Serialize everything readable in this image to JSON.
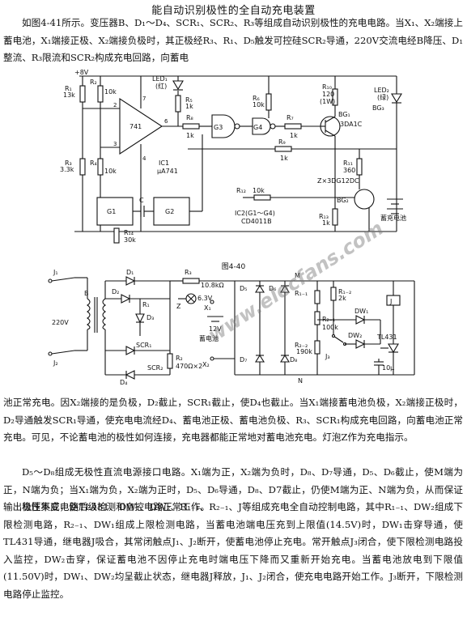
{
  "title": "能自动识别极性的全自动充电装置",
  "paragraphs": {
    "p1": "如图4-41所示。变压器B、D₁～D₄、SCR₁、SCR₂、R₃等组成自动识别极性的充电电路。当X₁、X₂端接上蓄电池，X₁端接正极、X₂端接负极时，其正极经R₃、R₁、D₅触发可控硅SCR₂导通，220V交流电经B降压、D₁整流、R₃限流和SCR₂构成充电回路，向蓄电",
    "p2": "池正常充电。因X₂端接的是负极，D₂截止，SCR₁截止，使D₄也截止。当X₁端接蓄电池负极，X₂端接正极时，D₂导通触发SCR₁导通，使充电电流经D₄、蓄电池正极、蓄电池负极、R₃、SCR₁构成充电回路，向蓄电池正常充电。可见，不论蓄电池的极性如何连接，充电器都能正常地对蓄电池充电。灯泡Z作为充电指示。",
    "p3": "D₅～D₈组成无极性直流电源接口电路。X₁端为正，X₂端为负时，D₈、D₇导通，D₅、D₆截止，使M端为正，N端为负；当X₁端为负，X₂端为正时，D₅、D₆导通，D₈、D7截止，仍使M端为正、N端为负，从而保证输出极性不变，使后级检测和自控电路正常工作。",
    "p4": "稳压集成电路TL431、DW₁、DW₂、R₁₋₁、R₂₋₁、J等组成充电全自动控制电路，其中R₁₋₁、DW₂组成下限检测电路，R₂₋₁、DW₁组成上限检测电路，当蓄电池端电压充到上限值(14.5V)时，DW₁击穿导通，使TL431导通，继电器J吸合，其常闭触点J₁、J₂断开，使蓄电池停止充电。常开触点J₃闭合，使下限检测电路投入监控，DW₂击穿，保证蓄电池不因停止充电时端电压下降而又重新开始充电。当蓄电池放电到下限值(11.50V)时，DW₁、DW₂均呈截止状态，继电器J释放，J₁、J₂闭合，使充电电路开始工作。J₃断开，下限检测电路停止监控。"
  },
  "figure1": {
    "caption": "图4-40",
    "labels": {
      "vcc": "+8V",
      "r1": "R₁",
      "r1v": "13k",
      "r2": "R₂",
      "r2v": "10k",
      "r3": "R₃",
      "r3v": "3.3k",
      "r4": "R₄",
      "r4v": "10k",
      "r5": "R₅",
      "r5v": "1k",
      "r6": "R₆",
      "r6v": "10k",
      "r7": "R₇",
      "r7v": "1k",
      "r8": "R₈",
      "r8v": "1k",
      "r9": "R₉",
      "r9v": "1k",
      "r10": "R₁₀",
      "r10v": "120",
      "r10w": "(1W)",
      "r11": "R₁₁",
      "r11v": "360",
      "r12": "R₁₂",
      "r12v": "10k",
      "r13": "R₁₃",
      "r13v": "1k",
      "r14": "R₁₄",
      "r14v": "30k",
      "led1": "LED₁",
      "led1c": "(红)",
      "led2": "LED₂",
      "led2c": "(绿)",
      "opamp": "741",
      "ic1": "IC1",
      "ic1n": "μA741",
      "bg1": "BG₁",
      "bg1n": "3DA1C",
      "bg2": "BG₂",
      "bg3": "BG₃",
      "trans": "Z×3DG12DC",
      "ic2": "IC2(G1～G4)",
      "ic2n": "CD4011B",
      "g1": "G1",
      "g2": "G2",
      "g3": "G3",
      "g4": "G4",
      "c": "C",
      "battery": "蓄充电池",
      "p2": "2",
      "p3": "3",
      "p6": "6",
      "p7": "7",
      "p4": "4"
    }
  },
  "figure2": {
    "labels": {
      "j1": "J₁",
      "j2": "J₂",
      "j3": "J₃",
      "b": "B",
      "ac": "220V",
      "d1": "D₁",
      "d2": "D₂",
      "d3": "D₃",
      "d4": "D₄",
      "scr1": "SCR₁",
      "scr2": "SCR₂",
      "d5": "D₅",
      "d6": "D₆",
      "d7": "D₇",
      "d8": "D₈",
      "r1": "R₁",
      "r2": "R₂",
      "r2v": "470Ω×2",
      "r3": "R₃",
      "r3v": "10.8kΩ",
      "z": "Z",
      "zv": "6.3V",
      "x1": "X₁",
      "x2": "X₂",
      "bat": "12V",
      "batn": "蓄电池",
      "m": "M",
      "n": "N",
      "r11": "R₁₋₁",
      "r12": "R₁₋₂",
      "r12v": "2k",
      "r21": "R₂₋₁",
      "r21v": "100k",
      "r22": "R₂₋₂",
      "r22v": "190k",
      "dw1": "DW₁",
      "dw2": "DW₂",
      "tl": "TL431",
      "jr": "J",
      "cap": "10μ"
    }
  },
  "watermark": "www.elecfans.com"
}
